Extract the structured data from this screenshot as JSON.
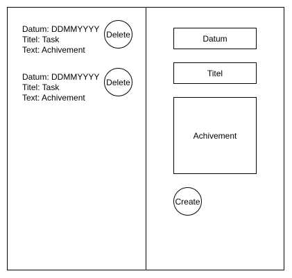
{
  "entries": [
    {
      "datum": "Datum: DDMMYYYY",
      "titel": "Titel: Task",
      "text": "Text: Achivement",
      "delete_label": "Delete"
    },
    {
      "datum": "Datum: DDMMYYYY",
      "titel": "Titel: Task",
      "text": "Text: Achivement",
      "delete_label": "Delete"
    }
  ],
  "form": {
    "datum_label": "Datum",
    "titel_label": "Titel",
    "achievement_label": "Achivement",
    "create_label": "Create"
  }
}
